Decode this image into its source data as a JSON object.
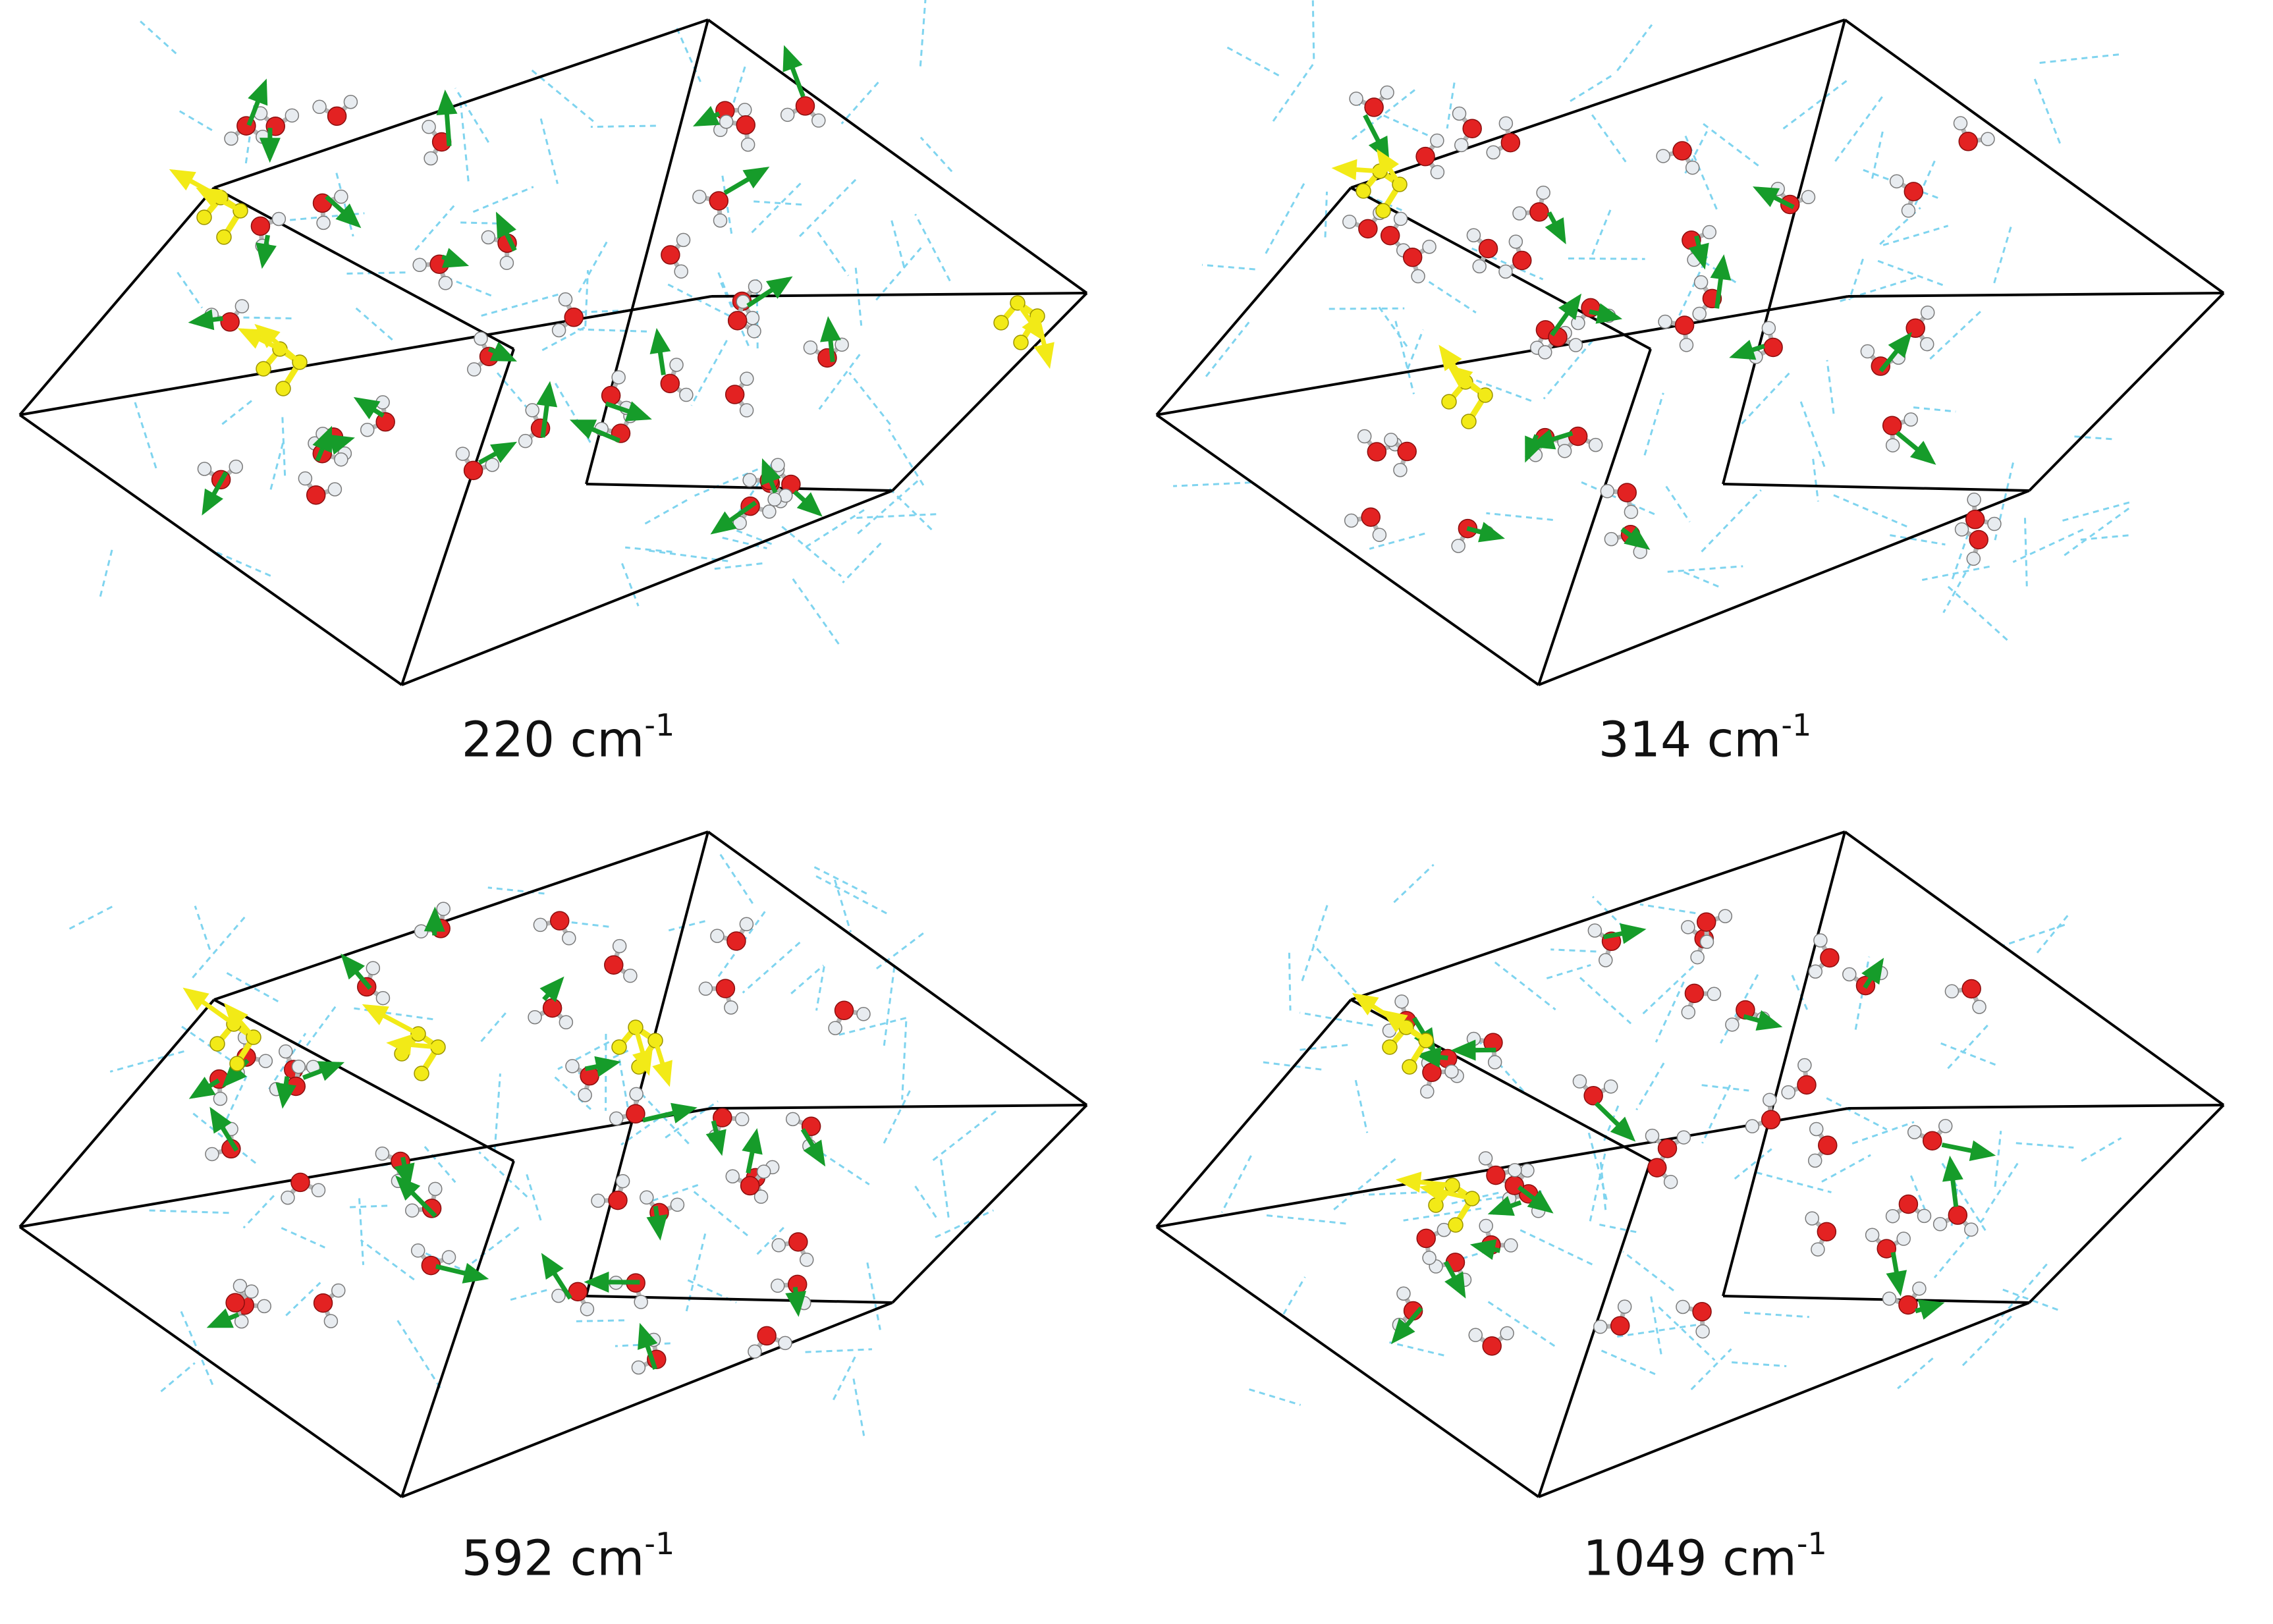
{
  "panels": [
    {
      "id": "p1",
      "freq_value": "220",
      "freq_unit": "cm",
      "freq_exp": "-1"
    },
    {
      "id": "p2",
      "freq_value": "314",
      "freq_unit": "cm",
      "freq_exp": "-1"
    },
    {
      "id": "p3",
      "freq_value": "592",
      "freq_unit": "cm",
      "freq_exp": "-1"
    },
    {
      "id": "p4",
      "freq_value": "1049",
      "freq_unit": "cm",
      "freq_exp": "-1"
    }
  ],
  "colors": {
    "cell_edge": "#000000",
    "hbond": "#7fd4ef",
    "oxygen": "#e32222",
    "hydrogen": "#e8ecf0",
    "displacement_arrow": "#169c2a",
    "highlight_molecule": "#f2ea17"
  },
  "icons": {
    "atom": "sphere-icon",
    "arrow": "displacement-arrow-icon"
  }
}
